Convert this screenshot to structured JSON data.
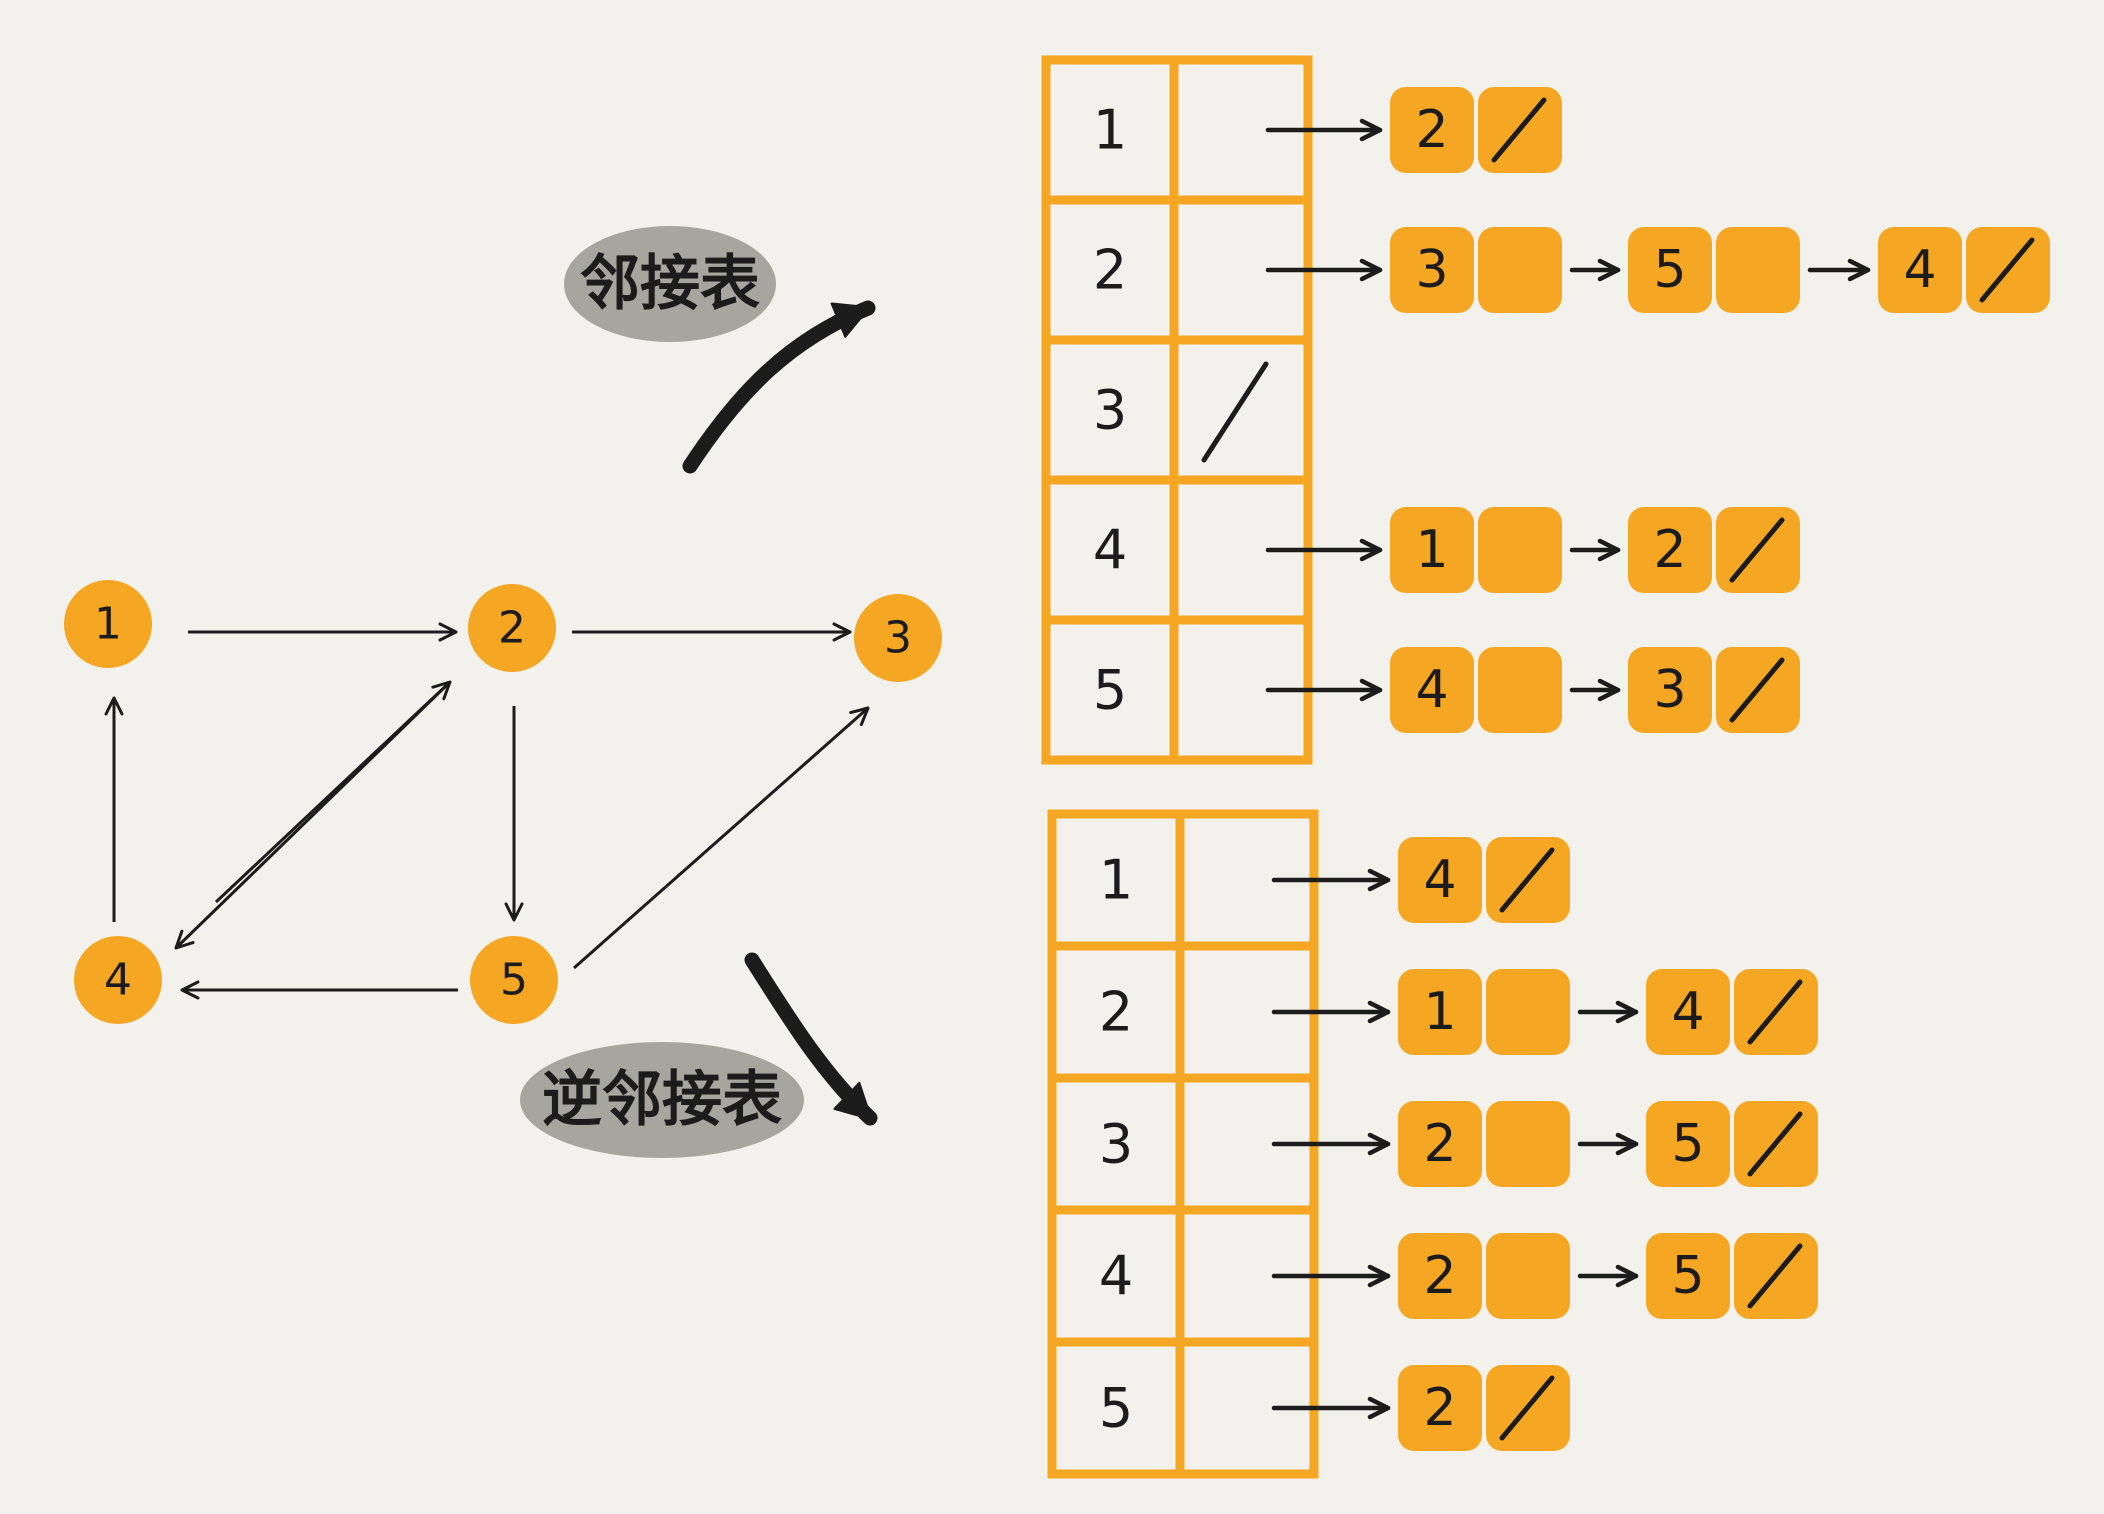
{
  "labels": {
    "adjacency_list": "邻接表",
    "inverse_adjacency_list": "逆邻接表"
  },
  "colors": {
    "background": "#f3f1ec",
    "node_fill": "#f5a623",
    "block_fill": "#f5a623",
    "table_border": "#f5a623",
    "caption_bg": "#a6a59e",
    "ink": "#1c1c1c"
  },
  "graph": {
    "nodes": [
      "1",
      "2",
      "3",
      "4",
      "5"
    ],
    "edges": [
      [
        "1",
        "2"
      ],
      [
        "2",
        "3"
      ],
      [
        "2",
        "4"
      ],
      [
        "2",
        "5"
      ],
      [
        "4",
        "1"
      ],
      [
        "5",
        "4"
      ],
      [
        "5",
        "3"
      ],
      [
        "4",
        "2"
      ]
    ]
  },
  "adjacency": {
    "rows": [
      {
        "vertex": "1",
        "list": [
          "2"
        ]
      },
      {
        "vertex": "2",
        "list": [
          "3",
          "5",
          "4"
        ]
      },
      {
        "vertex": "3",
        "list": []
      },
      {
        "vertex": "4",
        "list": [
          "1",
          "2"
        ]
      },
      {
        "vertex": "5",
        "list": [
          "4",
          "3"
        ]
      }
    ]
  },
  "inverse_adjacency": {
    "rows": [
      {
        "vertex": "1",
        "list": [
          "4"
        ]
      },
      {
        "vertex": "2",
        "list": [
          "1",
          "4"
        ]
      },
      {
        "vertex": "3",
        "list": [
          "2",
          "5"
        ]
      },
      {
        "vertex": "4",
        "list": [
          "2",
          "5"
        ]
      },
      {
        "vertex": "5",
        "list": [
          "2"
        ]
      }
    ]
  }
}
